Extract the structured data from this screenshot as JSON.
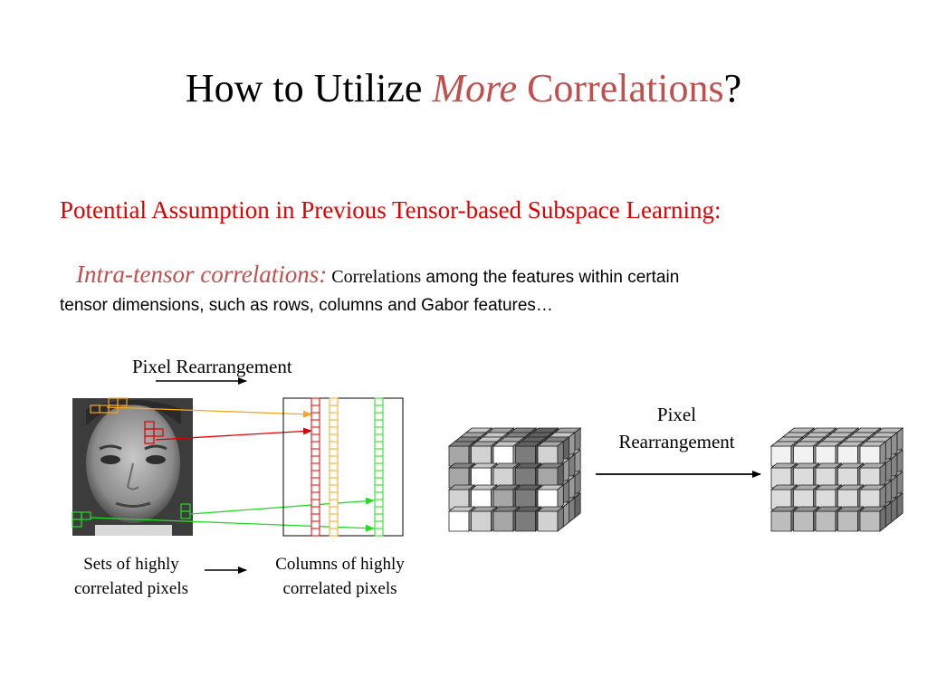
{
  "slide": {
    "title": {
      "prefix": "How to Utilize ",
      "emphasis": "More",
      "accent": " Correlations",
      "suffix": "?"
    },
    "subtitle": "Potential Assumption in Previous Tensor-based Subspace Learning:",
    "definition": {
      "term": "Intra-tensor correlations:",
      "lead_word": " Correlations",
      "line1_rest": " among the features within certain",
      "line2": "tensor dimensions, such as rows, columns and Gabor features…"
    },
    "figure": {
      "left_label": "Pixel Rearrangement",
      "right_label_line1": "Pixel",
      "right_label_line2": "Rearrangement",
      "caption_left_line1": "Sets of highly",
      "caption_left_line2": "correlated pixels",
      "caption_right_line1": "Columns of highly",
      "caption_right_line2": "correlated pixels"
    },
    "colors": {
      "title_accent": "#c0504d",
      "subtitle": "#e00000",
      "red_group": "#e00000",
      "orange_group": "#f5a623",
      "green_group": "#22dd22"
    },
    "icons": {
      "face_photo": "face-photo-icon",
      "cube_before": "voxel-cube-icon",
      "cube_after": "voxel-cube-icon"
    }
  }
}
